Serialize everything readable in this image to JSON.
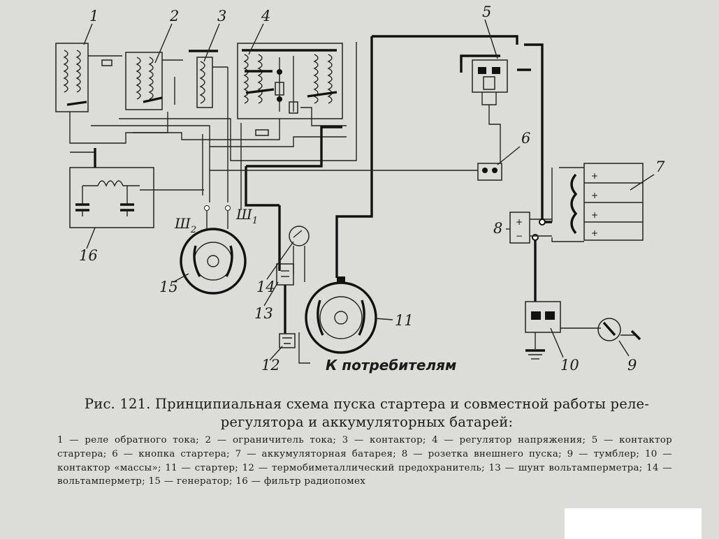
{
  "diagram": {
    "component_numbers": [
      "1",
      "2",
      "3",
      "4",
      "5",
      "6",
      "7",
      "8",
      "9",
      "10",
      "11",
      "12",
      "13",
      "14",
      "15",
      "16"
    ],
    "winding_labels": {
      "sh2_base": "Ш",
      "sh2_sub": "2",
      "sh1_base": "Ш",
      "sh1_sub": "1"
    },
    "consumers_label": "К потребителям",
    "polarity": {
      "plus": "+",
      "minus": "−"
    }
  },
  "caption": {
    "title": "Рис. 121. Принципиальная схема пуска стартера и совместной работы реле-регулятора и аккумуляторных батарей:",
    "legend": "1 — реле обратного тока; 2 — ограничитель тока; 3 — контактор; 4 — регулятор напряжения; 5 — контактор стартера; 6 — кнопка стартера; 7 — аккумуляторная батарея; 8 — розетка внешнего пуска; 9 — тумблер; 10 — контактор «массы»; 11 — стартер; 12 — термобиметаллический предохранитель; 13 — шунт вольтамперметра; 14 — вольтамперметр; 15 — генератор; 16 — фильтр радиопомех"
  }
}
